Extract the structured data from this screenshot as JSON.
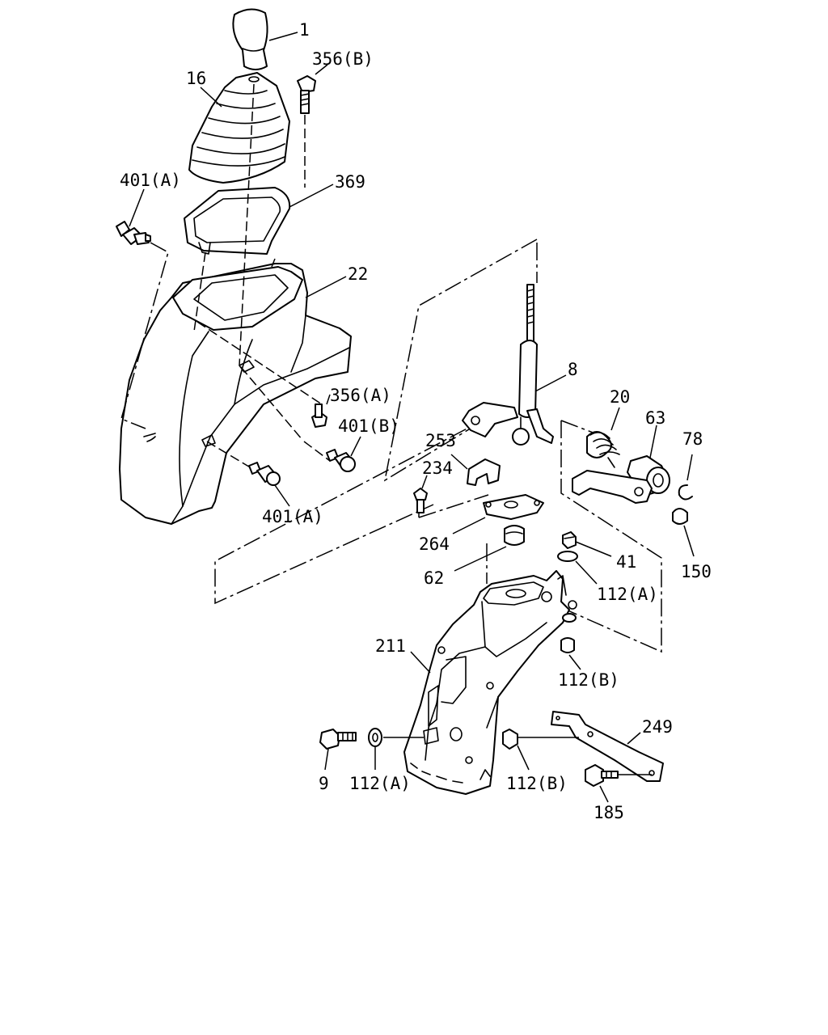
{
  "labels": {
    "l1": "1",
    "l16": "16",
    "l356b": "356(B)",
    "l401a_top": "401(A)",
    "l369": "369",
    "l22": "22",
    "l356a": "356(A)",
    "l401b": "401(B)",
    "l401a_bottom": "401(A)",
    "l8": "8",
    "l20": "20",
    "l63": "63",
    "l78": "78",
    "l253": "253",
    "l234": "234",
    "l264": "264",
    "l150": "150",
    "l41": "41",
    "l62": "62",
    "l112a_right": "112(A)",
    "l211": "211",
    "l112b_right": "112(B)",
    "l249": "249",
    "l9": "9",
    "l112a_bottom": "112(A)",
    "l112b_bottom": "112(B)",
    "l185": "185"
  }
}
